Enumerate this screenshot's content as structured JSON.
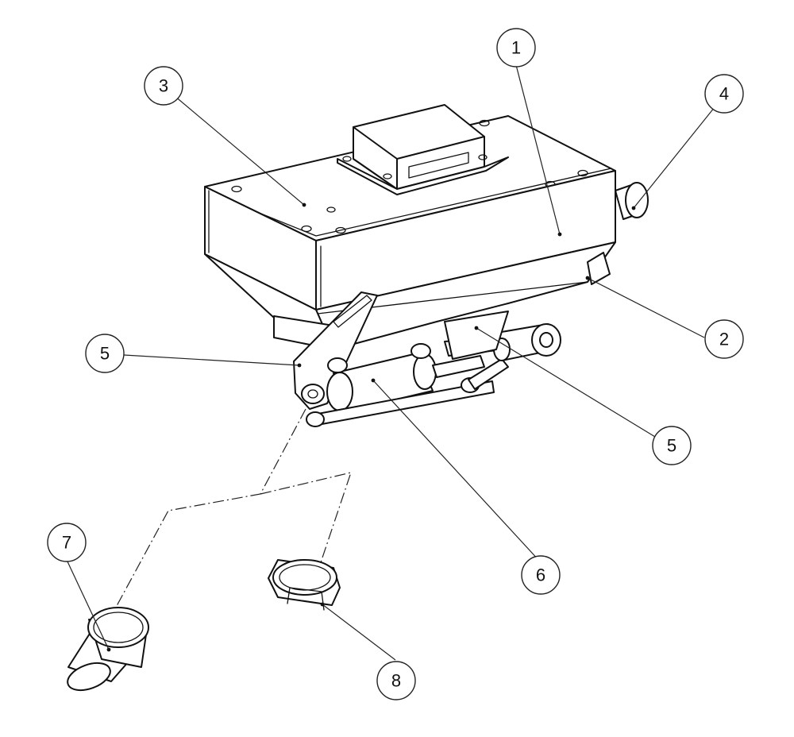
{
  "callouts": [
    {
      "id": "c1",
      "label": "1"
    },
    {
      "id": "c2",
      "label": "2"
    },
    {
      "id": "c3",
      "label": "3"
    },
    {
      "id": "c4",
      "label": "4"
    },
    {
      "id": "c5a",
      "label": "5"
    },
    {
      "id": "c5b",
      "label": "5"
    },
    {
      "id": "c6",
      "label": "6"
    },
    {
      "id": "c7",
      "label": "7"
    },
    {
      "id": "c8",
      "label": "8"
    }
  ]
}
